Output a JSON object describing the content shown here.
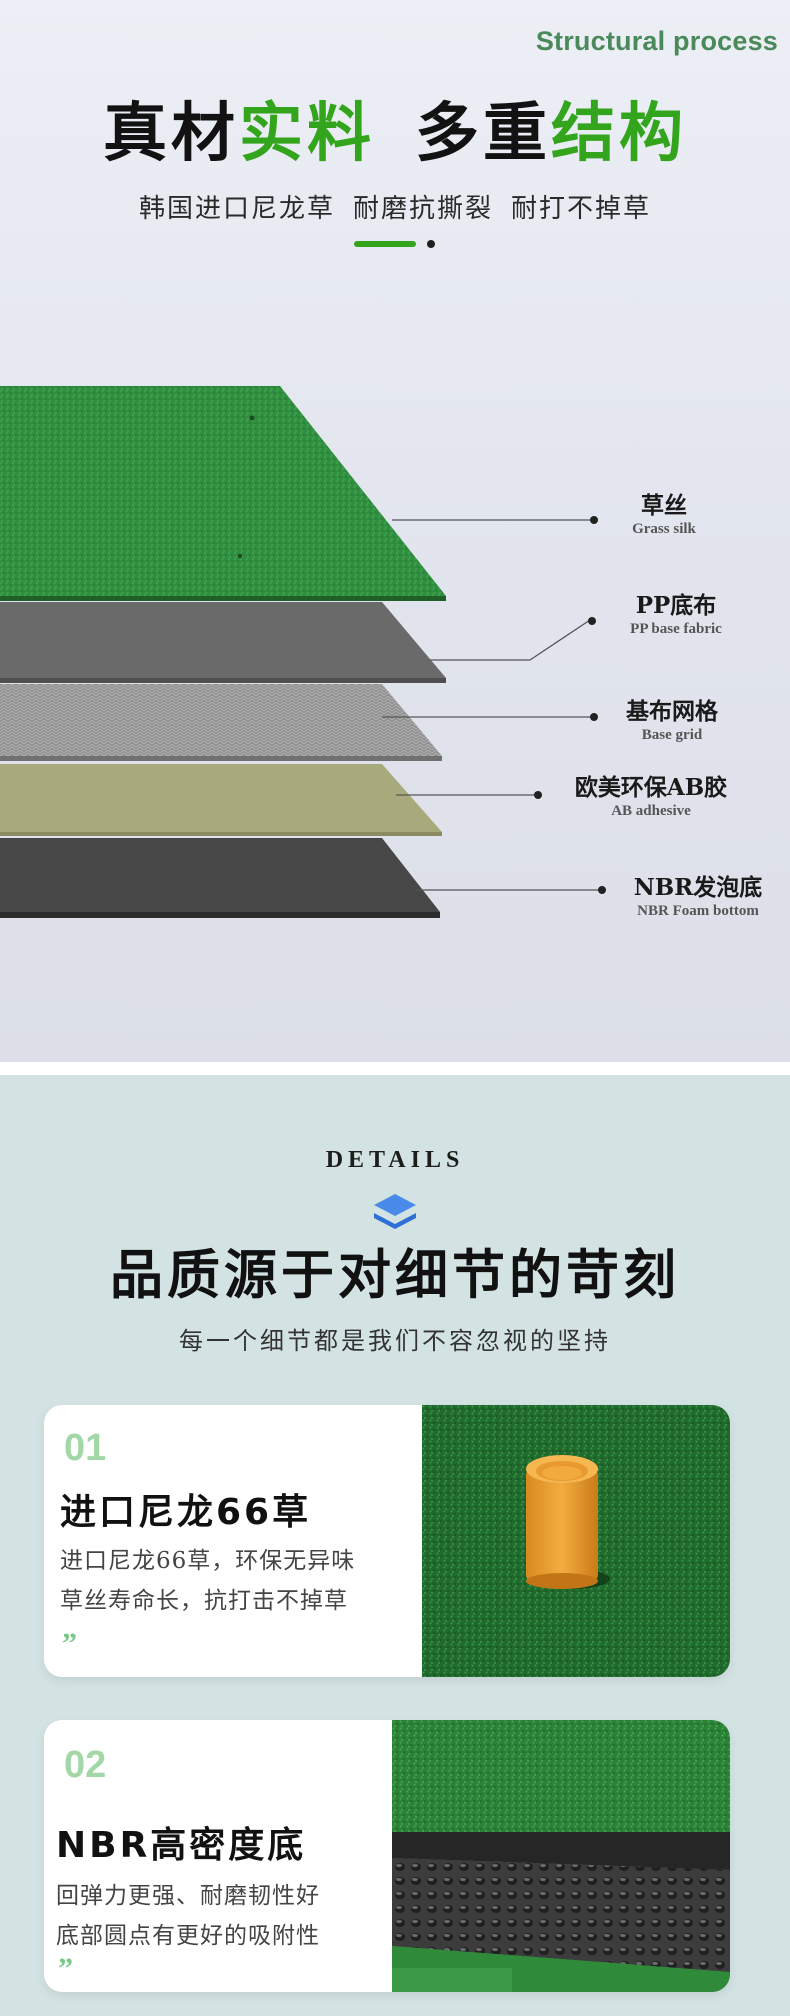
{
  "section1": {
    "en_title": "Structural process",
    "title": {
      "part1": "真材",
      "part2": "实料",
      "part3": "多重",
      "part4": "结构"
    },
    "subtitle": {
      "item1": "韩国进口尼龙草",
      "item2": "耐磨抗撕裂",
      "item3": "耐打不掉草"
    },
    "accent_color": "#33a51c",
    "layers": [
      {
        "zh": "草丝",
        "en": "Grass silk",
        "color": "#2e8b3e"
      },
      {
        "zh": "PP底布",
        "en": "PP base fabric",
        "color": "#6a6a6a"
      },
      {
        "zh": "基布网格",
        "en": "Base grid",
        "color": "#8d8d8d"
      },
      {
        "zh": "欧美环保AB胶",
        "en": "AB adhesive",
        "color": "#a8aa7c"
      },
      {
        "zh": "NBR发泡底",
        "en": "NBR Foam bottom",
        "color": "#474747"
      }
    ]
  },
  "section2": {
    "details_label": "DETAILS",
    "chevron_icon": "double-chevron-up-icon",
    "chevron_color": "#3b7de0",
    "title": "品质源于对细节的苛刻",
    "subtitle": "每一个细节都是我们不容忽视的坚持",
    "cards": [
      {
        "number": "01",
        "title": "进口尼龙66草",
        "line1": "进口尼龙66草，环保无异味",
        "line2": "草丝寿命长，抗打击不掉草",
        "quote": "”"
      },
      {
        "number": "02",
        "title": "NBR高密度底",
        "line1": "回弹力更强、耐磨韧性好",
        "line2": "底部圆点有更好的吸附性",
        "quote": "”"
      }
    ]
  }
}
